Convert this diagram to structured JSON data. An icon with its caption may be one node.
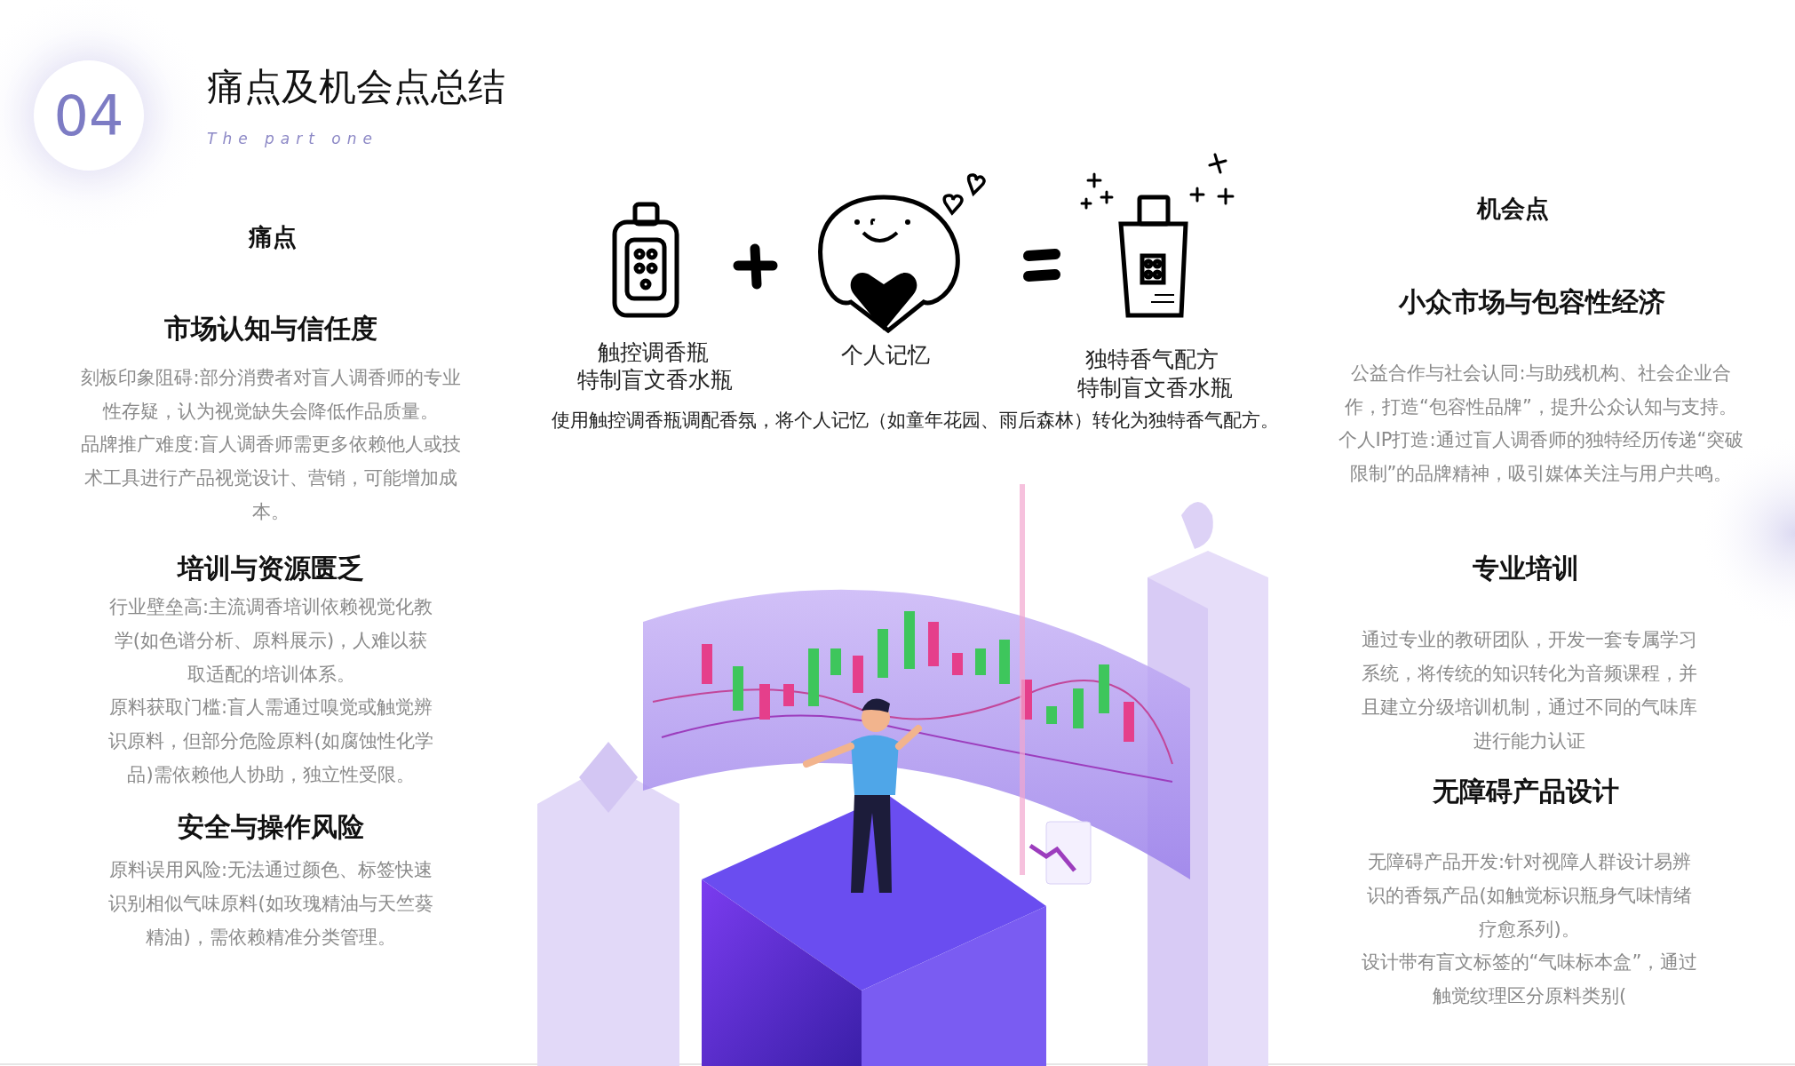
{
  "diagram": {
    "title": "痛点及机会点总结",
    "nodes": [
      {
        "text": [
          "04"
        ]
      }
    ],
    "labels": [
      "The part one",
      "触控调香瓶",
      "特制盲文香水瓶",
      "个人记忆",
      "独特香气配方",
      "特制盲文香水瓶",
      "使用触控调香瓶调配香氛，将个人记忆（如童年花园、雨后森林）转化为独特香气配方。",
      "痛点",
      "市场认知与信任度",
      "刻板印象阻碍:部分消费者对盲人调香师的专业性存疑，认为视觉缺失会降低作品质量。",
      "品牌推广难度:盲人调香师需更多依赖他人或技术工具进行产品视觉设计、营销，可能增加成本。",
      "培训与资源匮乏",
      "行业壁垒高:主流调香培训依赖视觉化教学(如色谱分析、原料展示)，人难以获取适配的培训体系。",
      "原料获取门槛:盲人需通过嗅觉或触觉辨识原料，但部分危险原料(如腐蚀性化学品)需依赖他人协助，独立性受限。",
      "安全与操作风险",
      "原料误用风险:无法通过颜色、标签快速识别相似气味原料(如玫瑰精油与天竺葵精油)，需依赖精准分类管理。",
      "机会点",
      "小众市场与包容性经济",
      "公益合作与社会认同:与助残机构、社会企业合作，打造“包容性品牌”，提升公众认知与支持。",
      "个人IP打造:通过盲人调香师的独特经历传递“突破限制”的品牌精神，吸引媒体关注与用户共鸣。",
      "专业培训",
      "通过专业的教研团队，开发一套专属学习系统，将传统的知识转化为音频课程，并且建立分级培训机制，通过不同的气味库进行能力认证",
      "无障碍产品设计",
      "无障碍产品开发:针对视障人群设计易辨识的香氛产品(如触觉标识瓶身气味情绪疗愈系列)。",
      "设计带有盲文标签的“气味标本盒”，通过触觉纹理区分原料类别("
    ]
  }
}
